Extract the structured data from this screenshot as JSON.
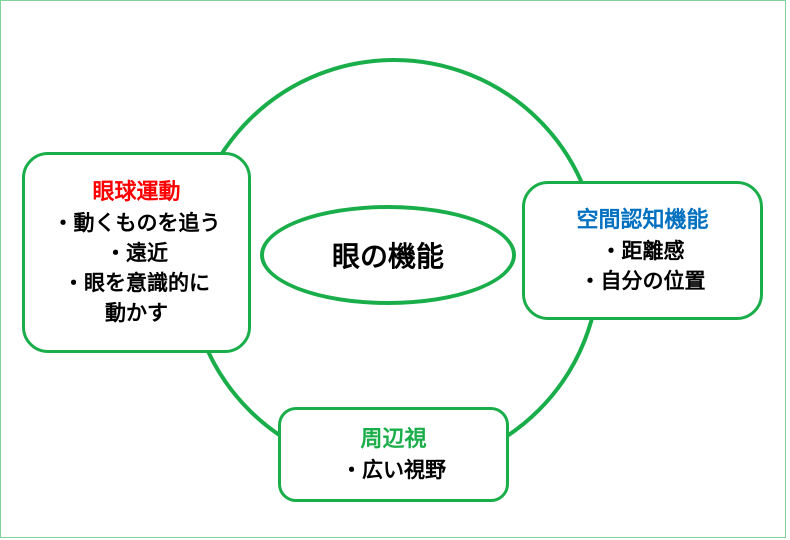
{
  "center_label": "眼の機能",
  "colors": {
    "line": "#1aae4a",
    "eye_movement": "#ff0000",
    "spatial": "#0070c0",
    "peripheral": "#1aae4a"
  },
  "eye_movement": {
    "title": "眼球運動",
    "items": [
      "・動くものを追う",
      "・遠近",
      "・眼を意識的に",
      "動かす"
    ]
  },
  "spatial_cognition": {
    "title": "空間認知機能",
    "items": [
      "・距離感",
      "・自分の位置"
    ]
  },
  "peripheral_vision": {
    "title": "周辺視",
    "items": [
      "・広い視野"
    ]
  }
}
